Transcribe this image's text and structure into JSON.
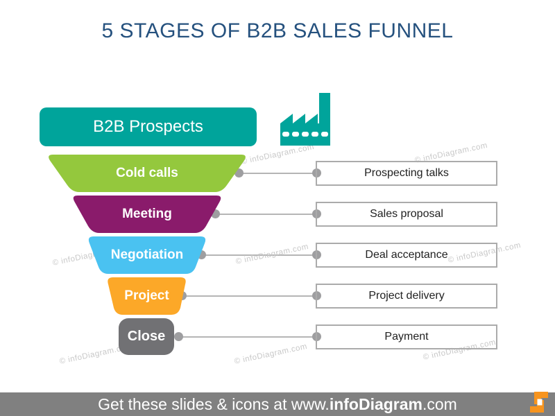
{
  "title": "5 STAGES OF B2B SALES FUNNEL",
  "funnel": {
    "stages": [
      {
        "label": "B2B Prospects",
        "color": "#00A49B",
        "outcome": null
      },
      {
        "label": "Cold calls",
        "color": "#94C83D",
        "outcome": "Prospecting talks"
      },
      {
        "label": "Meeting",
        "color": "#8A1B6B",
        "outcome": "Sales proposal"
      },
      {
        "label": "Negotiation",
        "color": "#4AC2F1",
        "outcome": "Deal acceptance"
      },
      {
        "label": "Project",
        "color": "#FCA828",
        "outcome": "Project delivery"
      },
      {
        "label": "Close",
        "color": "#717174",
        "outcome": "Payment"
      }
    ]
  },
  "icons": {
    "factory": "factory-icon",
    "brand_logo": "infodiagram-logo-icon",
    "factory_color": "#00A49B",
    "logo_color": "#F7941E"
  },
  "connector_color": "#B5B5B5",
  "title_color": "#25517E",
  "watermark": {
    "text": "© infoDiagram.com"
  },
  "footer": {
    "prefix": "Get these slides & icons at www.",
    "brand": "infoDiagram",
    "suffix": ".com"
  }
}
